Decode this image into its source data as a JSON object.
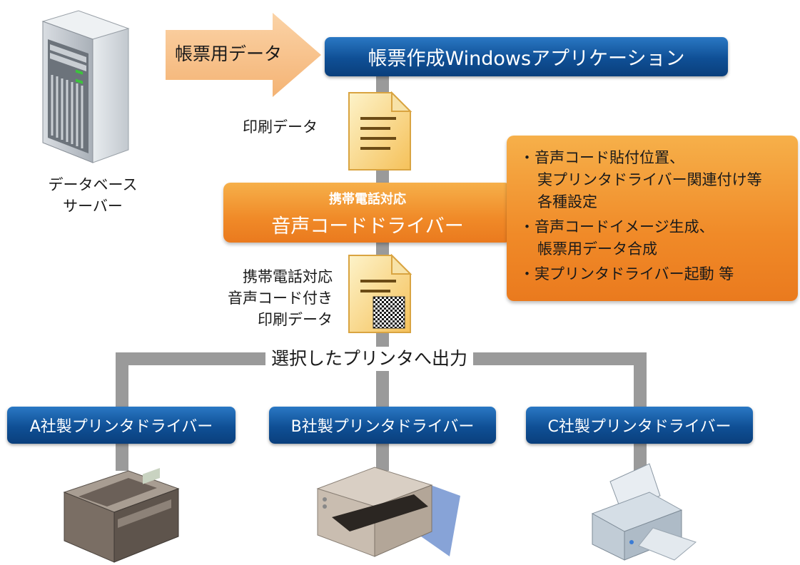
{
  "arrow": {
    "label": "帳票用データ"
  },
  "server": {
    "caption_line1": "データベース",
    "caption_line2": "サーバー"
  },
  "app": {
    "label": "帳票作成Windowsアプリケーション"
  },
  "print_data": {
    "label": "印刷データ"
  },
  "driver": {
    "line1": "携帯電話対応",
    "line2": "音声コードドライバー"
  },
  "features": {
    "line1": "・音声コード貼付位置、",
    "line2": "実プリンタドライバー関連付け等",
    "line3": "各種設定",
    "line4": "・音声コードイメージ生成、",
    "line5": "帳票用データ合成",
    "line6": "・実プリンタドライバー起動 等"
  },
  "coded_data": {
    "line1": "携帯電話対応",
    "line2": "音声コード付き",
    "line3": "印刷データ"
  },
  "output": {
    "label": "選択したプリンタへ出力"
  },
  "printers": [
    {
      "label": "A社製プリンタドライバー"
    },
    {
      "label": "B社製プリンタドライバー"
    },
    {
      "label": "C社製プリンタドライバー"
    }
  ],
  "colors": {
    "blue": "#0f4f95",
    "orange": "#f08a28",
    "arrow": "#f8c38a",
    "connector": "#9a9a9a"
  }
}
